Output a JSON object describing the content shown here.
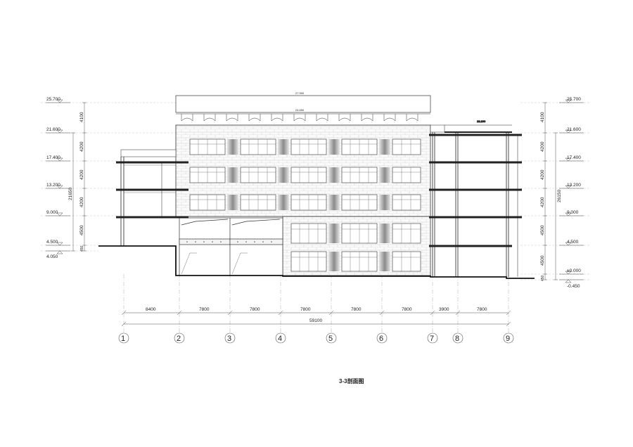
{
  "title": "3-3剖面图",
  "top_labels": {
    "roof_ridge": "27.900",
    "roof_eave": "24.650",
    "right_roof": "23.200"
  },
  "left_levels": [
    "25.700",
    "21.600",
    "17.400",
    "13.200",
    "9.000",
    "4.500",
    "4.050"
  ],
  "right_levels": [
    "25.700",
    "21.600",
    "17.400",
    "13.200",
    "9.000",
    "4.500",
    "±0.000",
    "-0.450"
  ],
  "left_storey_dims": [
    "4100",
    "4200",
    "4200",
    "4200",
    "4500",
    "450"
  ],
  "left_total": "21650",
  "right_storey_dims": [
    "4100",
    "4200",
    "4200",
    "4200",
    "4500",
    "4500",
    "450"
  ],
  "right_total": "26150",
  "bay_dims": [
    "8400",
    "7800",
    "7800",
    "7800",
    "7800",
    "7800",
    "3900",
    "7800"
  ],
  "overall_dim": "59100",
  "axes": [
    "1",
    "2",
    "3",
    "4",
    "5",
    "6",
    "7",
    "8",
    "9"
  ]
}
